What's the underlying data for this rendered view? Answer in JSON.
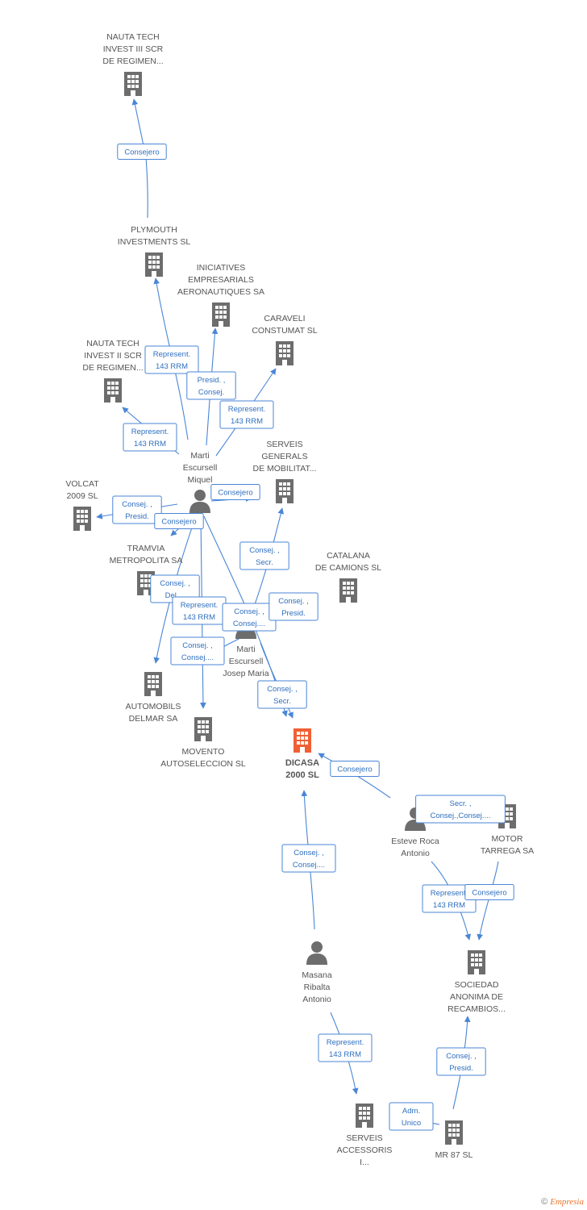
{
  "colors": {
    "building": "#6d6d6d",
    "focus_building": "#f06034",
    "person": "#6d6d6d",
    "edge": "#4a86d6",
    "edge_label_text": "#2f6fbf"
  },
  "nodes": [
    {
      "id": "nauta3",
      "type": "company",
      "icon": "building-icon",
      "label": [
        "NAUTA TECH",
        "INVEST III SCR",
        "DE REGIMEN..."
      ]
    },
    {
      "id": "plymouth",
      "type": "company",
      "icon": "building-icon",
      "label": [
        "PLYMOUTH",
        "INVESTMENTS SL"
      ]
    },
    {
      "id": "iniciatives",
      "type": "company",
      "icon": "building-icon",
      "label": [
        "INICIATIVES",
        "EMPRESARIALS",
        "AERONAUTIQUES SA"
      ]
    },
    {
      "id": "caraveli",
      "type": "company",
      "icon": "building-icon",
      "label": [
        "CARAVELI",
        "CONSTUMAT SL"
      ]
    },
    {
      "id": "nauta2",
      "type": "company",
      "icon": "building-icon",
      "label": [
        "NAUTA TECH",
        "INVEST II SCR",
        "DE REGIMEN..."
      ]
    },
    {
      "id": "serveis_gen",
      "type": "company",
      "icon": "building-icon",
      "label": [
        "SERVEIS",
        "GENERALS",
        "DE MOBILITAT..."
      ]
    },
    {
      "id": "volcat",
      "type": "company",
      "icon": "building-icon",
      "label": [
        "VOLCAT",
        "2009 SL"
      ]
    },
    {
      "id": "miquel",
      "type": "person",
      "icon": "person-icon",
      "label": [
        "Marti",
        "Escursell",
        "Miquel"
      ]
    },
    {
      "id": "catalana",
      "type": "company",
      "icon": "building-icon",
      "label": [
        "CATALANA",
        "DE CAMIONS SL"
      ]
    },
    {
      "id": "tramvia",
      "type": "company",
      "icon": "building-icon",
      "label": [
        "TRAMVIA",
        "METROPOLITA SA"
      ]
    },
    {
      "id": "josep",
      "type": "person",
      "icon": "person-icon",
      "label": [
        "Marti",
        "Escursell",
        "Josep Maria"
      ]
    },
    {
      "id": "automobils",
      "type": "company",
      "icon": "building-icon",
      "label": [
        "AUTOMOBILS",
        "DELMAR SA"
      ]
    },
    {
      "id": "movento",
      "type": "company",
      "icon": "building-icon",
      "label": [
        "MOVENTO",
        "AUTOSELECCION SL"
      ]
    },
    {
      "id": "dicasa",
      "type": "focus",
      "icon": "building-icon",
      "label": [
        "DICASA",
        "2000 SL"
      ]
    },
    {
      "id": "esteve",
      "type": "person",
      "icon": "person-icon",
      "label": [
        "Esteve Roca",
        "Antonio"
      ]
    },
    {
      "id": "motor",
      "type": "company",
      "icon": "building-icon",
      "label": [
        "MOTOR",
        "TARREGA SA"
      ]
    },
    {
      "id": "masana",
      "type": "person",
      "icon": "person-icon",
      "label": [
        "Masana",
        "Ribalta",
        "Antonio"
      ]
    },
    {
      "id": "sociedad",
      "type": "company",
      "icon": "building-icon",
      "label": [
        "SOCIEDAD",
        "ANONIMA DE",
        "RECAMBIOS..."
      ]
    },
    {
      "id": "serveis_acc",
      "type": "company",
      "icon": "building-icon",
      "label": [
        "SERVEIS",
        "ACCESSORIS",
        "I..."
      ]
    },
    {
      "id": "mr87",
      "type": "company",
      "icon": "building-icon",
      "label": [
        "MR 87 SL"
      ]
    }
  ],
  "edges": [
    {
      "from": "plymouth",
      "to": "nauta3",
      "label": [
        "Consejero"
      ]
    },
    {
      "from": "miquel",
      "to": "plymouth",
      "label": [
        "Represent.",
        "143 RRM"
      ]
    },
    {
      "from": "miquel",
      "to": "iniciatives",
      "label": [
        "Presid. ,",
        "Consej."
      ]
    },
    {
      "from": "miquel",
      "to": "caraveli",
      "label": [
        "Represent.",
        "143 RRM"
      ]
    },
    {
      "from": "miquel",
      "to": "nauta2",
      "label": [
        "Represent.",
        "143 RRM"
      ]
    },
    {
      "from": "miquel",
      "to": "serveis_gen",
      "label": [
        "Consejero"
      ]
    },
    {
      "from": "miquel",
      "to": "volcat",
      "label": [
        "Consej. ,",
        "Presid."
      ]
    },
    {
      "from": "miquel",
      "to": "tramvia",
      "label": [
        "Consejero"
      ]
    },
    {
      "from": "miquel",
      "to": "automobils",
      "label": [
        "Consej. ,",
        "Del...."
      ]
    },
    {
      "from": "miquel",
      "to": "movento",
      "label": [
        "Represent.",
        "143 RRM"
      ]
    },
    {
      "from": "miquel",
      "to": "dicasa",
      "label": [
        "Consej. ,",
        "Consej...."
      ]
    },
    {
      "from": "josep",
      "to": "serveis_gen",
      "label": [
        "Consej. ,",
        "Secr."
      ]
    },
    {
      "from": "josep",
      "to": "dicasa",
      "label": [
        "Consej. ,",
        "Secr."
      ]
    },
    {
      "from": "josep",
      "to": "catalana",
      "label": [
        "Consej. ,",
        "Presid."
      ]
    },
    {
      "from": "josep",
      "to": "movento",
      "label": [
        "Consej. ,",
        "Consej...."
      ]
    },
    {
      "from": "esteve",
      "to": "dicasa",
      "label": [
        "Consejero"
      ]
    },
    {
      "from": "esteve",
      "to": "motor",
      "label": [
        "Secr. ,",
        "Consej.,Consej...."
      ]
    },
    {
      "from": "esteve",
      "to": "sociedad",
      "label": [
        "Represent.",
        "143 RRM"
      ]
    },
    {
      "from": "motor",
      "to": "sociedad",
      "label": [
        "Consejero"
      ]
    },
    {
      "from": "masana",
      "to": "dicasa",
      "label": [
        "Consej. ,",
        "Consej...."
      ]
    },
    {
      "from": "masana",
      "to": "serveis_acc",
      "label": [
        "Represent.",
        "143 RRM"
      ]
    },
    {
      "from": "mr87",
      "to": "sociedad",
      "label": [
        "Consej. ,",
        "Presid."
      ]
    },
    {
      "from": "mr87",
      "to": "serveis_acc",
      "label": [
        "Adm.",
        "Unico"
      ]
    }
  ],
  "footer": {
    "copyright_symbol": "©",
    "brand": "Empresia"
  }
}
